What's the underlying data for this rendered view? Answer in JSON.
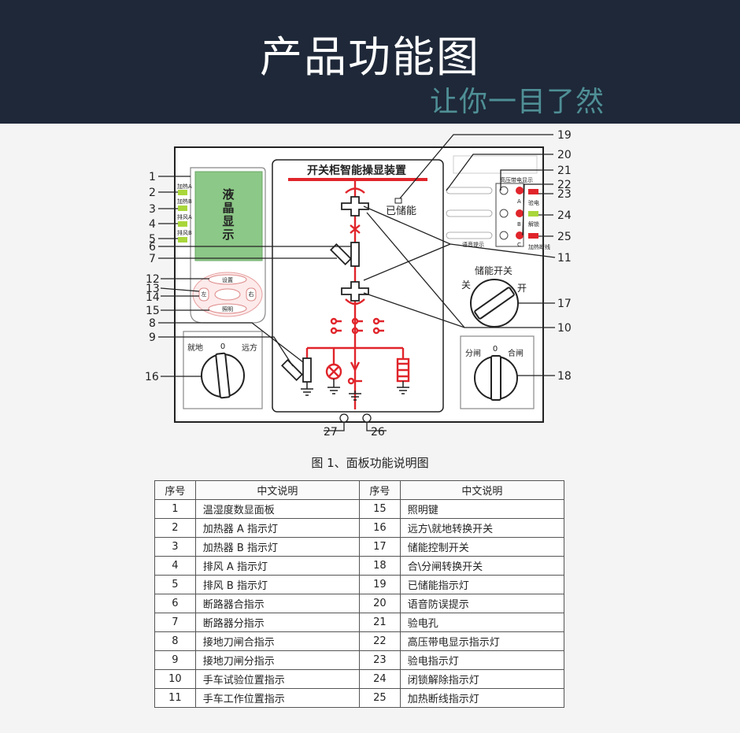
{
  "header": {
    "title": "产品功能图",
    "subtitle": "让你一目了然"
  },
  "diagram": {
    "device_title": "开关柜智能操显装置",
    "lcd_label": [
      "液",
      "晶",
      "显",
      "示"
    ],
    "stored_energy_label": "已储能",
    "left_indicators": [
      "加热A",
      "加热B",
      "排风A",
      "排风B"
    ],
    "keys": {
      "setup": "设置",
      "light": "照明",
      "left": "左",
      "right": "右"
    },
    "left_switch": {
      "left": "就地",
      "mid": "0",
      "right": "远方"
    },
    "right_switch": {
      "left": "分闸",
      "mid": "0",
      "right": "合闸"
    },
    "storage_switch": {
      "title": "储能开关",
      "off": "关",
      "on": "开"
    },
    "hv_panel": {
      "title": "高压带电显示",
      "phases": [
        "A",
        "B",
        "C"
      ],
      "voice": "语音提示",
      "status": [
        "验电",
        "解锁",
        "加热断线"
      ]
    },
    "left_numbers": [
      "1",
      "2",
      "3",
      "4",
      "5",
      "6",
      "7",
      "12",
      "13",
      "14",
      "15",
      "8",
      "9",
      "16"
    ],
    "right_numbers": [
      "19",
      "20",
      "21",
      "22",
      "23",
      "24",
      "25",
      "11",
      "17",
      "10",
      "18"
    ],
    "bottom_numbers": [
      "27",
      "26"
    ]
  },
  "caption": "图 1、面板功能说明图",
  "legend_table": {
    "headers": [
      "序号",
      "中文说明",
      "序号",
      "中文说明"
    ],
    "rows": [
      [
        "1",
        "温湿度数显面板",
        "15",
        "照明键"
      ],
      [
        "2",
        "加热器 A 指示灯",
        "16",
        "远方\\就地转换开关"
      ],
      [
        "3",
        "加热器 B 指示灯",
        "17",
        "储能控制开关"
      ],
      [
        "4",
        "排风 A 指示灯",
        "18",
        "合\\分闸转换开关"
      ],
      [
        "5",
        "排风 B 指示灯",
        "19",
        "已储能指示灯"
      ],
      [
        "6",
        "断路器合指示",
        "20",
        "语音防误提示"
      ],
      [
        "7",
        "断路器分指示",
        "21",
        "验电孔"
      ],
      [
        "8",
        "接地刀闸合指示",
        "22",
        "高压带电显示指示灯"
      ],
      [
        "9",
        "接地刀闸分指示",
        "23",
        "验电指示灯"
      ],
      [
        "10",
        "手车试验位置指示",
        "24",
        "闭锁解除指示灯"
      ],
      [
        "11",
        "手车工作位置指示",
        "25",
        "加热断线指示灯"
      ]
    ]
  },
  "colors": {
    "header_bg": "#1e2838",
    "accent_red": "#e0252b",
    "indicator_green": "#a9d63b",
    "lcd_green": "#8cc887",
    "subtitle_teal": "#4f8f96"
  }
}
